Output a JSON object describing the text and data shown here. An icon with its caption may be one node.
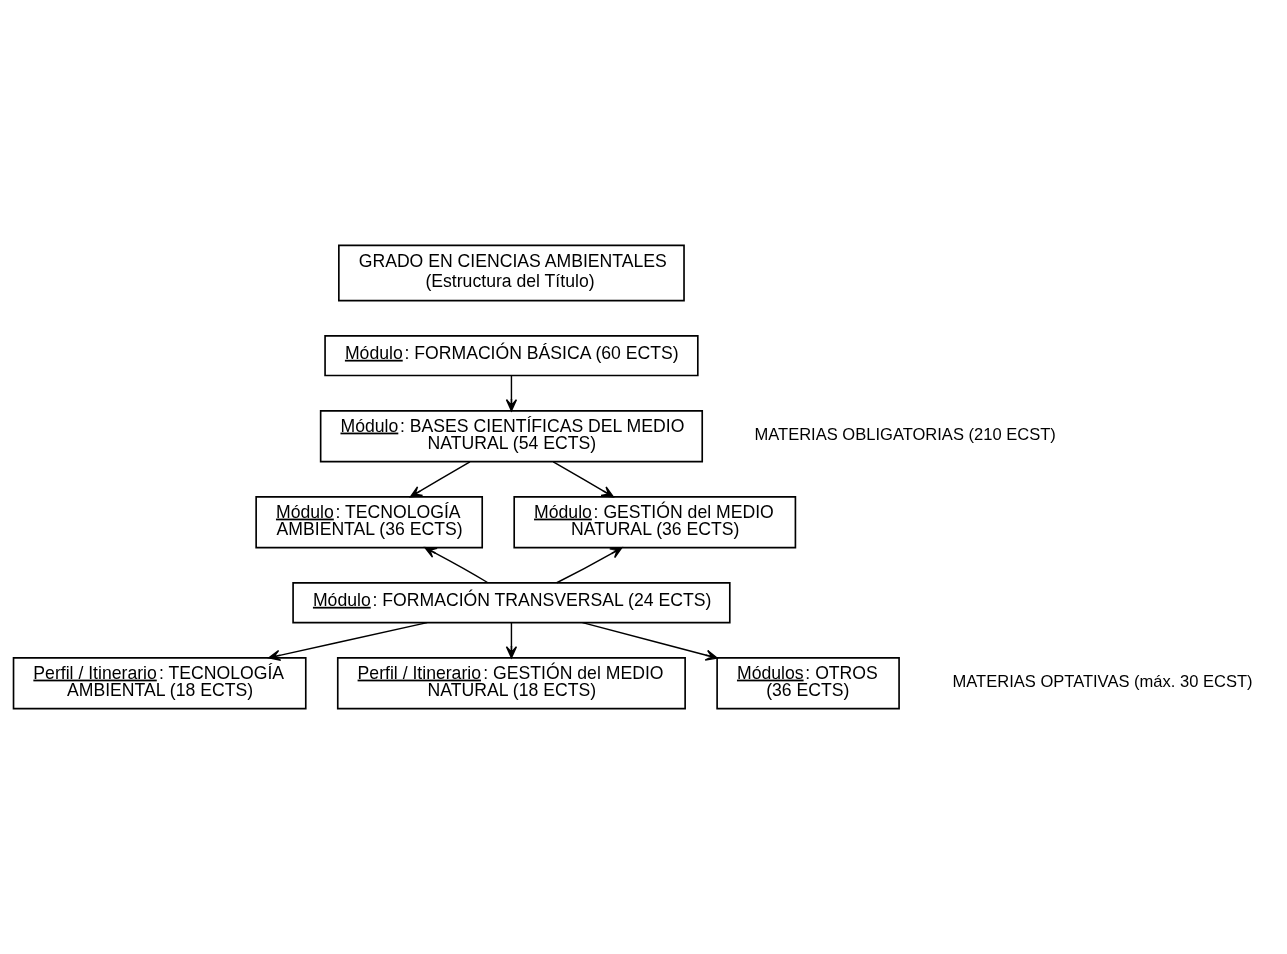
{
  "diagram": {
    "nodes": [
      {
        "text": [
          "GRADO EN CIENCIAS AMBIENTALES",
          "(Estructura del Título)"
        ]
      },
      {
        "text": [
          "Módulo: FORMACIÓN BÁSICA (60 ECTS)"
        ]
      },
      {
        "text": [
          "Módulo: BASES CIENTÍFICAS DEL MEDIO NATURAL (54 ECTS)"
        ]
      },
      {
        "text": [
          "Módulo: TECNOLOGÍA AMBIENTAL (36 ECTS)"
        ]
      },
      {
        "text": [
          "Módulo: GESTIÓN del MEDIO NATURAL (36 ECTS)"
        ]
      },
      {
        "text": [
          "Módulo: FORMACIÓN TRANSVERSAL (24 ECTS)"
        ]
      },
      {
        "text": [
          "Perfil / Itinerario: TECNOLOGÍA AMBIENTAL (18 ECTS)"
        ]
      },
      {
        "text": [
          "Perfil / Itinerario: GESTIÓN del MEDIO NATURAL (18 ECTS)"
        ]
      },
      {
        "text": [
          "Módulos: OTROS (36 ECTS)"
        ]
      }
    ],
    "edges": [
      {
        "from": 1,
        "to": 2,
        "arrow": "to"
      },
      {
        "from": 2,
        "to": 3,
        "arrow": "to"
      },
      {
        "from": 2,
        "to": 4,
        "arrow": "to"
      },
      {
        "from": 5,
        "to": 3,
        "arrow": "to"
      },
      {
        "from": 5,
        "to": 4,
        "arrow": "to"
      },
      {
        "from": 5,
        "to": 6,
        "arrow": "to"
      },
      {
        "from": 5,
        "to": 7,
        "arrow": "to"
      },
      {
        "from": 5,
        "to": 8,
        "arrow": "to"
      }
    ],
    "labels": [
      "MATERIAS OBLIGATORIAS (210 ECST)",
      "MATERIAS OPTATIVAS (máx. 30 ECST)"
    ]
  }
}
